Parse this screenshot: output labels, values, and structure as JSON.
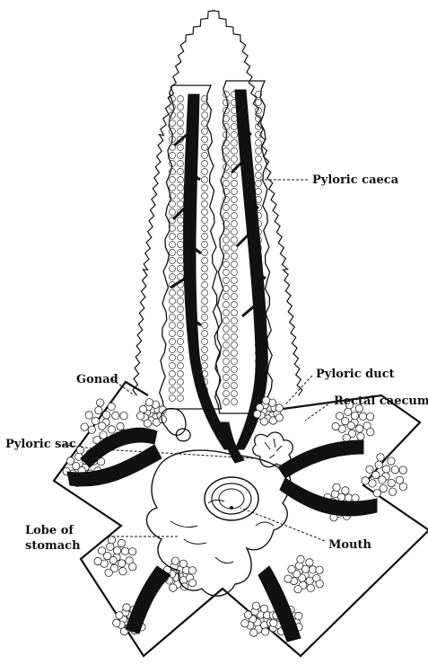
{
  "labels": {
    "pyloric_caeca": "Pyloric caeca",
    "gonad": "Gonad",
    "pyloric_duct": "Pyloric duct",
    "rectal_caecum": "Rectal caecum",
    "pyloric_sac": "Pyloric sac",
    "lobe_of_stomach_line1": "Lobe of",
    "lobe_of_stomach_line2": "stomach",
    "mouth": "Mouth"
  },
  "colors": {
    "ink": "#111111",
    "paper": "#ffffff"
  }
}
